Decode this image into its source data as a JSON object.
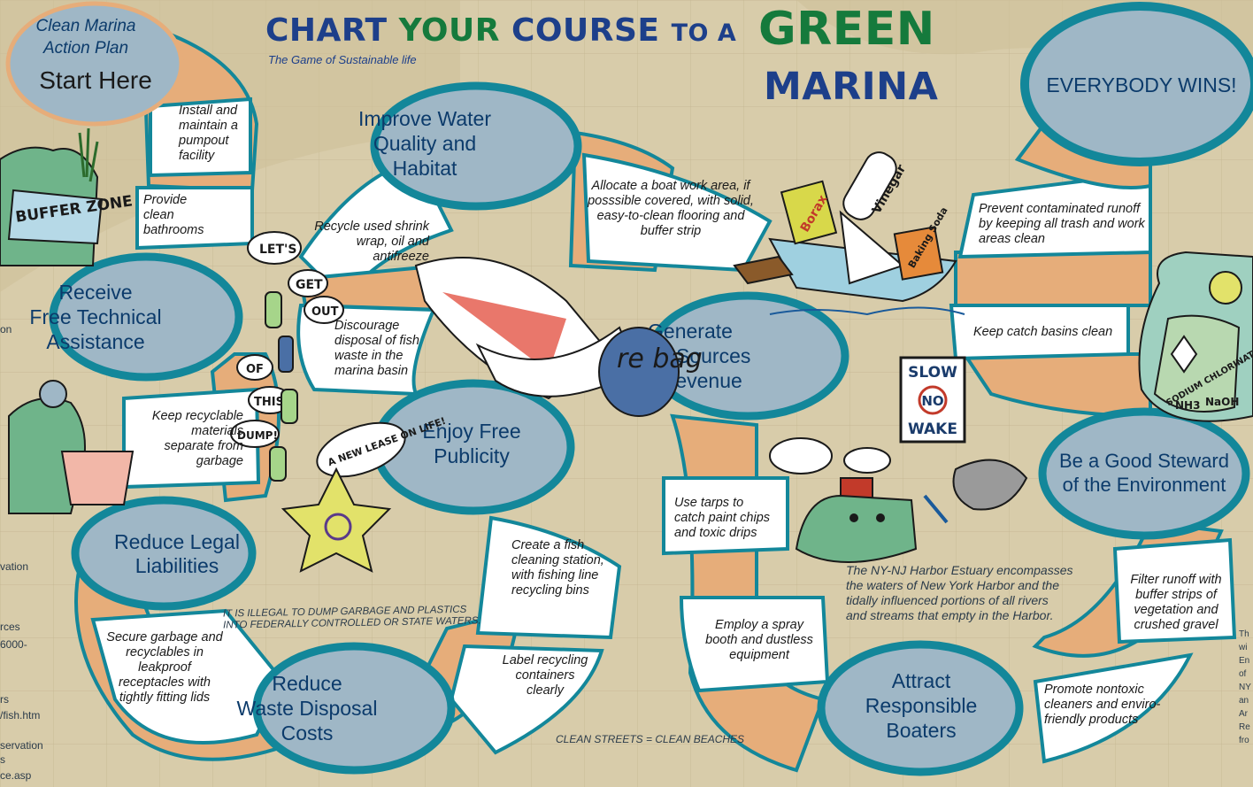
{
  "header": {
    "line1_a": "CHART",
    "line1_b": "YOUR",
    "line1_c": "COURSE",
    "line1_d": "TO A",
    "line1_e": "GREEN",
    "line2": "MARINA",
    "subtitle": "The Game of Sustainable life"
  },
  "start": {
    "line1": "Clean Marina",
    "line2": "Action Plan",
    "line3": "Start Here"
  },
  "goals": [
    {
      "id": "receive-free-technical-assistance",
      "lines": [
        "Receive",
        "Free Technical",
        "Assistance"
      ]
    },
    {
      "id": "reduce-legal-liabilities",
      "lines": [
        "Reduce Legal",
        "Liabilities"
      ]
    },
    {
      "id": "reduce-waste-disposal-costs",
      "lines": [
        "Reduce",
        "Waste Disposal",
        "Costs"
      ]
    },
    {
      "id": "enjoy-free-publicity",
      "lines": [
        "Enjoy Free",
        "Publicity"
      ]
    },
    {
      "id": "improve-water-quality-and-habitat",
      "lines": [
        "Improve Water",
        "Quality and",
        "Habitat"
      ]
    },
    {
      "id": "generate-new-sources-of-revenue",
      "lines": [
        "Generate",
        "New Sources",
        "of Revenue"
      ]
    },
    {
      "id": "attract-responsible-boaters",
      "lines": [
        "Attract",
        "Responsible",
        "Boaters"
      ]
    },
    {
      "id": "be-a-good-steward",
      "lines": [
        "Be a Good Steward",
        "of the Environment"
      ]
    },
    {
      "id": "everybody-wins",
      "lines": [
        "EVERYBODY WINS!"
      ]
    }
  ],
  "steps": {
    "pumpout": "Install and maintain a pumpout facility",
    "bathrooms": "Provide clean bathrooms",
    "recyclable": "Keep recyclable materials separate from garbage",
    "secure_garbage": "Secure garbage and recyclables in leakproof receptacles with tightly fitting lids",
    "label_containers": "Label recycling containers clearly",
    "fish_station": "Create a fish cleaning station, with fishing line recycling bins",
    "discourage_fish": "Discourage disposal of fish waste in the marina basin",
    "recycle_shrink": "Recycle used shrink wrap, oil and antifreeze",
    "boat_work": "Allocate a boat work area, if posssible covered, with solid, easy-to-clean flooring and buffer strip",
    "tarps": "Use tarps to catch paint chips and toxic drips",
    "spray_booth": "Employ a spray booth and dustless equipment",
    "nontoxic": "Promote nontoxic cleaners and enviro-friendly products",
    "filter_runoff": "Filter runoff with buffer strips of vegetation and crushed gravel",
    "catch_basins": "Keep catch basins clean",
    "prevent_runoff": "Prevent contaminated runoff by keeping all trash and work areas clean"
  },
  "notes": {
    "illegal_line1": "IT IS ILLEGAL TO DUMP GARBAGE AND PLASTICS",
    "illegal_line2": "INTO FEDERALLY CONTROLLED OR STATE WATERS.",
    "clean_streets": "CLEAN STREETS = CLEAN BEACHES",
    "estuary_line1": "The NY-NJ Harbor Estuary encompasses",
    "estuary_line2": "the waters of New York Harbor and the",
    "estuary_line3": "tidally influenced portions of all rivers",
    "estuary_line4": "and streams that empty in the Harbor."
  },
  "illustrations": {
    "buffer_zone": "BUFFER ZONE",
    "speech_lets": "LET'S",
    "speech_get": "GET",
    "speech_out": "OUT",
    "speech_of": "OF",
    "speech_this": "THIS",
    "speech_dump": "DUMP!",
    "speech_lease": "A NEW LEASE ON LIFE!",
    "rebag": "re bag",
    "borax": "Borax",
    "vinegar": "Vinegar",
    "baking_soda": "Baking Soda",
    "slow": "SLOW",
    "no": "NO",
    "wake": "WAKE",
    "chem1": "SODIUM CHLORINATE",
    "chem2": "NH3",
    "chem3": "NaOH"
  },
  "edge_fragments": {
    "left": [
      "on",
      "vation",
      "rces",
      "6000-",
      "rs",
      "/fish.htm",
      "servation",
      "s",
      "ce.asp"
    ],
    "right": [
      "Th",
      "wi",
      "En",
      "of",
      "NY",
      "an",
      "Ar",
      "Re",
      "fro"
    ]
  },
  "colors": {
    "map_bg": "#d8ccaa",
    "track_border": "#13879a",
    "circle_fill": "#9fb7c6",
    "step_fill": "#ffffff",
    "orange_step": "#e6ad7a",
    "title_blue": "#1d3f8a",
    "title_green": "#157a3c"
  }
}
